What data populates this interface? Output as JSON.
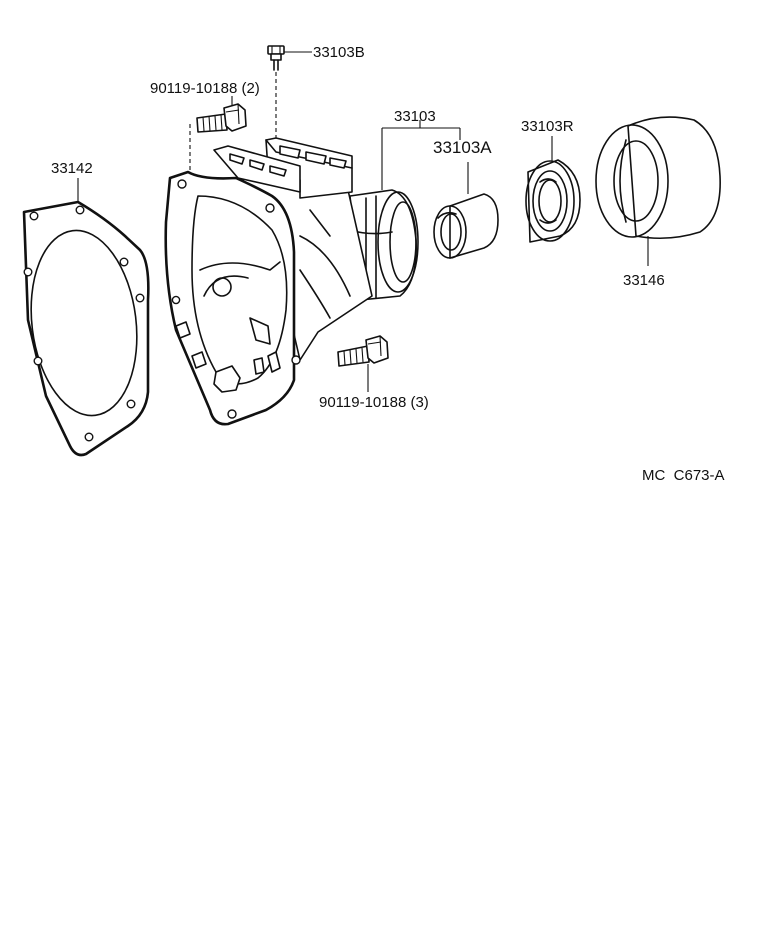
{
  "labels": {
    "bolt_top": "33103B",
    "bolt_upper": "90119-10188 (2)",
    "housing": "33103",
    "bushing": "33103A",
    "seal": "33103R",
    "dust_cover": "33146",
    "gasket": "33142",
    "bolt_lower": "90119-10188 (3)",
    "figure_code": "MC  C673-A"
  },
  "icons": {
    "bolt_top": "hex-bolt-icon",
    "bolt_upper": "hex-bolt-icon",
    "bolt_lower": "hex-bolt-icon",
    "gasket": "gasket-icon",
    "housing": "extension-housing-icon",
    "bushing": "bushing-icon",
    "seal": "oil-seal-icon",
    "dust_cover": "dust-cover-icon"
  }
}
